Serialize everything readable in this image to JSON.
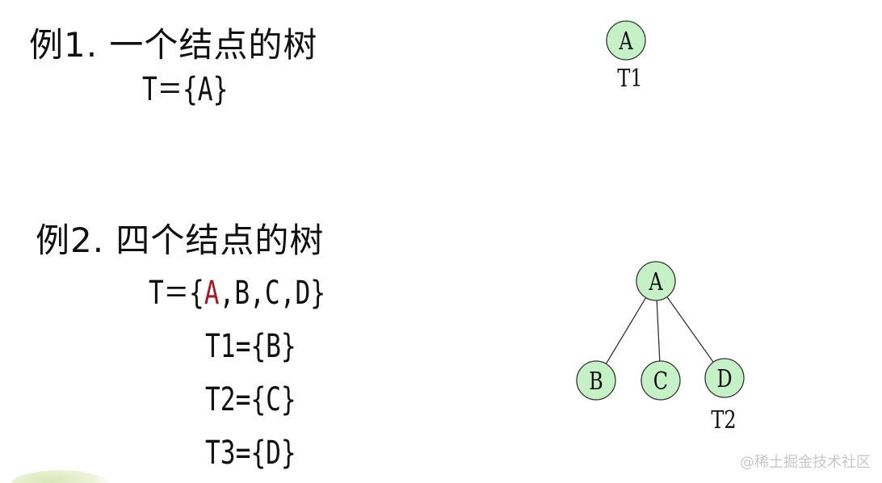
{
  "example1": {
    "heading": "例1.  一个结点的树",
    "set_line": {
      "prefix": "T＝{",
      "items": [
        "A"
      ],
      "suffix": "}"
    }
  },
  "example2": {
    "heading": "例2.  四个结点的树",
    "set_line": {
      "prefix": "T＝{",
      "first_item": "A",
      "rest": ",B,C,D",
      "suffix": "}"
    },
    "subtrees": [
      "T1={B}",
      "T2={C}",
      "T3={D}"
    ]
  },
  "tree1": {
    "label": "T1",
    "nodes": [
      {
        "id": "A",
        "label": "A"
      }
    ],
    "edges": []
  },
  "tree2": {
    "label": "T2",
    "nodes": [
      {
        "id": "A",
        "label": "A"
      },
      {
        "id": "B",
        "label": "B"
      },
      {
        "id": "C",
        "label": "C"
      },
      {
        "id": "D",
        "label": "D"
      }
    ],
    "edges": [
      [
        "A",
        "B"
      ],
      [
        "A",
        "C"
      ],
      [
        "A",
        "D"
      ]
    ]
  },
  "colors": {
    "node_fill": "#c6f0c6",
    "node_stroke": "#333333",
    "highlight_red": "#a31a2b",
    "text": "#111111"
  },
  "watermark": "@稀土掘金技术社区"
}
